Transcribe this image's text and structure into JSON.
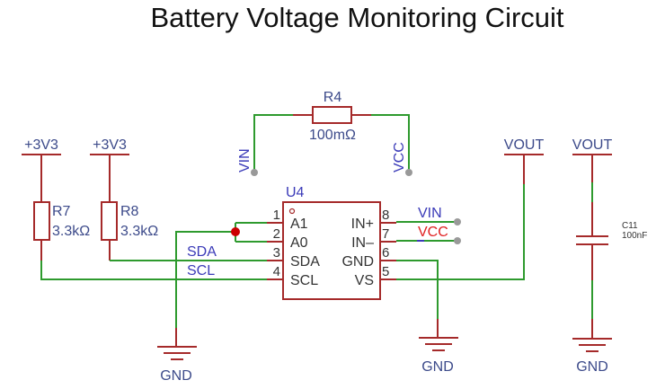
{
  "title": "Battery Voltage Monitoring Circuit",
  "colors": {
    "wire": "#2e9a2e",
    "pin": "#a52a2a",
    "net_label": "#3a3ab8",
    "junction": "#cc0000",
    "alt_label": "#e02020"
  },
  "components": {
    "R4": {
      "designator": "R4",
      "value": "100mΩ"
    },
    "R7": {
      "designator": "R7",
      "value": "3.3kΩ"
    },
    "R8": {
      "designator": "R8",
      "value": "3.3kΩ"
    },
    "C11": {
      "designator": "C11",
      "value": "100nF"
    },
    "U4": {
      "designator": "U4",
      "pins_left": [
        {
          "num": "1",
          "name": "A1"
        },
        {
          "num": "2",
          "name": "A0"
        },
        {
          "num": "3",
          "name": "SDA"
        },
        {
          "num": "4",
          "name": "SCL"
        }
      ],
      "pins_right": [
        {
          "num": "8",
          "name": "IN+"
        },
        {
          "num": "7",
          "name": "IN–"
        },
        {
          "num": "6",
          "name": "GND"
        },
        {
          "num": "5",
          "name": "VS"
        }
      ]
    }
  },
  "power_ports": {
    "p3v3_1": "+3V3",
    "p3v3_2": "+3V3",
    "vout_1": "VOUT",
    "vout_2": "VOUT",
    "gnd_1": "GND",
    "gnd_2": "GND",
    "gnd_3": "GND"
  },
  "net_labels": {
    "vin_r4": "VIN",
    "vcc_r4": "VCC",
    "vin_u4": "VIN",
    "vcc_u4": "VCC",
    "sda": "SDA",
    "scl": "SCL"
  }
}
